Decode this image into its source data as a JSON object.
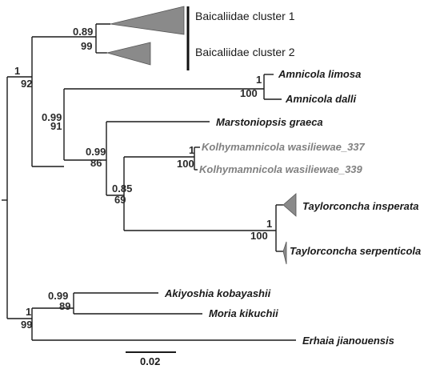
{
  "clades": {
    "baicaliidae_1": "Baicaliidae cluster 1",
    "baicaliidae_2": "Baicaliidae cluster 2"
  },
  "taxa": {
    "amnicola_limosa": "Amnicola limosa",
    "amnicola_dalli": "Amnicola dalli",
    "marstoniopsis": "Marstoniopsis graeca",
    "kolhy_337": "Kolhymamnicola wasiliewae_337",
    "kolhy_339": "Kolhymamnicola wasiliewae_339",
    "taylor_insperata": "Taylorconcha insperata",
    "taylor_serpenticola": "Taylorconcha serpenticola",
    "akiyoshia": "Akiyoshia kobayashii",
    "moria": "Moria kikuchii",
    "erhaia": "Erhaia jianouensis"
  },
  "support": {
    "baicaliidae_pp": "0.89",
    "baicaliidae_bs": "99",
    "big_clade_pp": "1",
    "big_clade_bs": "92",
    "amnicola_pp": "1",
    "amnicola_bs": "100",
    "middle_pp": "0.99",
    "middle_bs": "91",
    "inner_pp": "0.99",
    "inner_bs": "86",
    "kolhy_pp": "1",
    "kolhy_bs": "100",
    "kt_pp": "0.85",
    "kt_bs": "69",
    "taylor_pp": "1",
    "taylor_bs": "100",
    "am_pp": "0.99",
    "am_bs": "89",
    "lower_pp": "1",
    "lower_bs": "99"
  },
  "scale": {
    "label": "0.02"
  },
  "colors": {
    "collapsed_clade": "#8a8a8a",
    "highlight_taxa": "#808080"
  }
}
